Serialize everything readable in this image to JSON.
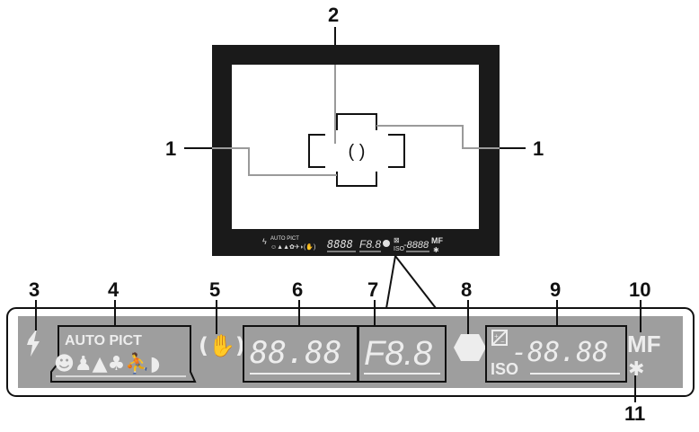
{
  "callouts": {
    "n1": "1",
    "n2": "2",
    "n3": "3",
    "n4": "4",
    "n5": "5",
    "n6": "6",
    "n7": "7",
    "n8": "8",
    "n9": "9",
    "n10": "10",
    "n11": "11"
  },
  "finder": {
    "af_mark": "( )",
    "mini": {
      "auto_pict": "AUTO PICT",
      "shutter": "8888",
      "aperture": "F8.8",
      "ev": "-8888",
      "iso": "ISO",
      "mf": "MF"
    }
  },
  "panel": {
    "auto_pict": "AUTO PICT",
    "shutter": "88.88",
    "aperture": "F8.8",
    "iso": "ISO",
    "ev": "-88.88",
    "mf": "MF",
    "asterisk": "✱"
  },
  "colors": {
    "lcd_grey": "#9e9e9e",
    "lcd_light": "#ededed",
    "frame_black": "#1a1a1a",
    "leader_grey": "#9a9a9a"
  }
}
